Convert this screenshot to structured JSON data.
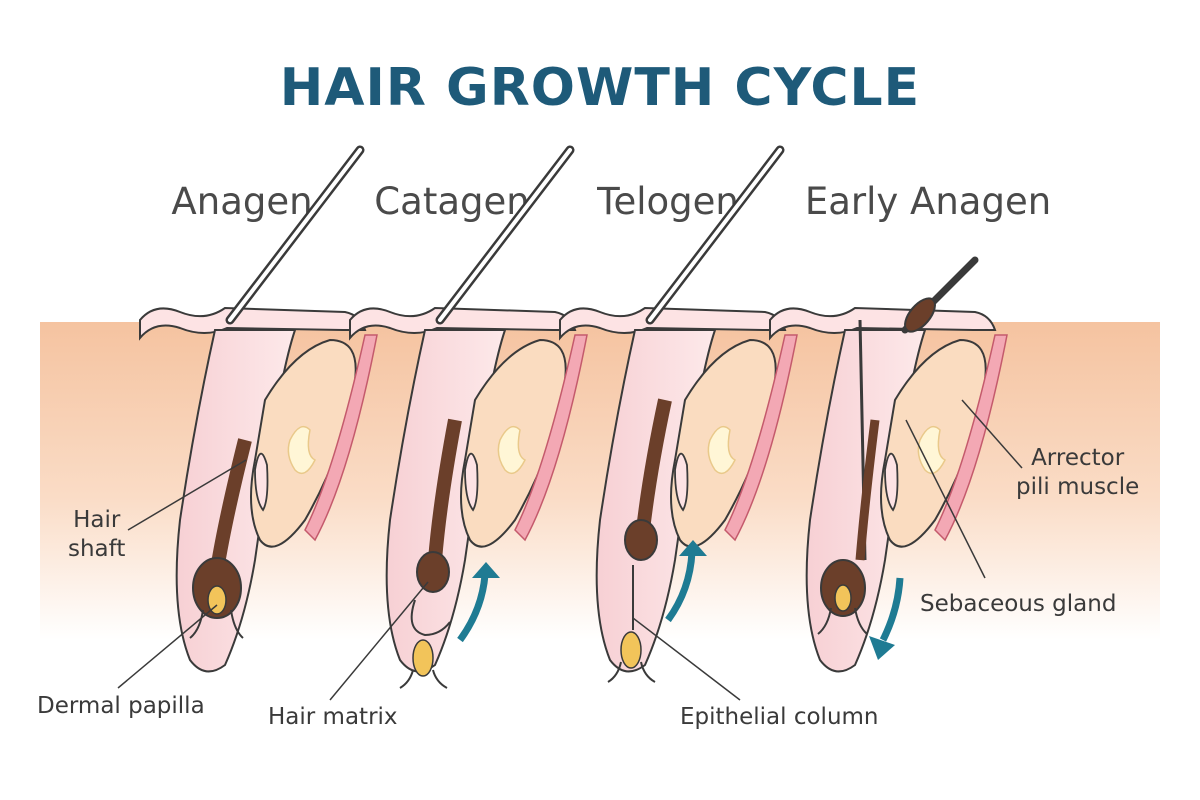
{
  "title": "HAIR GROWTH CYCLE",
  "stages": [
    "Anagen",
    "Catagen",
    "Telogen",
    "Early Anagen"
  ],
  "labels": {
    "hair_shaft": "Hair\nshaft",
    "dermal_papilla": "Dermal papilla",
    "hair_matrix": "Hair matrix",
    "epithelial_column": "Epithelial column",
    "arrector_pili": "Arrector\npili muscle",
    "sebaceous_gland": "Sebaceous gland"
  },
  "colors": {
    "title": "#1e5a79",
    "arrow": "#1f7b93",
    "skin": "#f7c9a8",
    "hair": "#6b3f2a",
    "gland": "#fadcc0",
    "papilla": "#f2c45a"
  }
}
